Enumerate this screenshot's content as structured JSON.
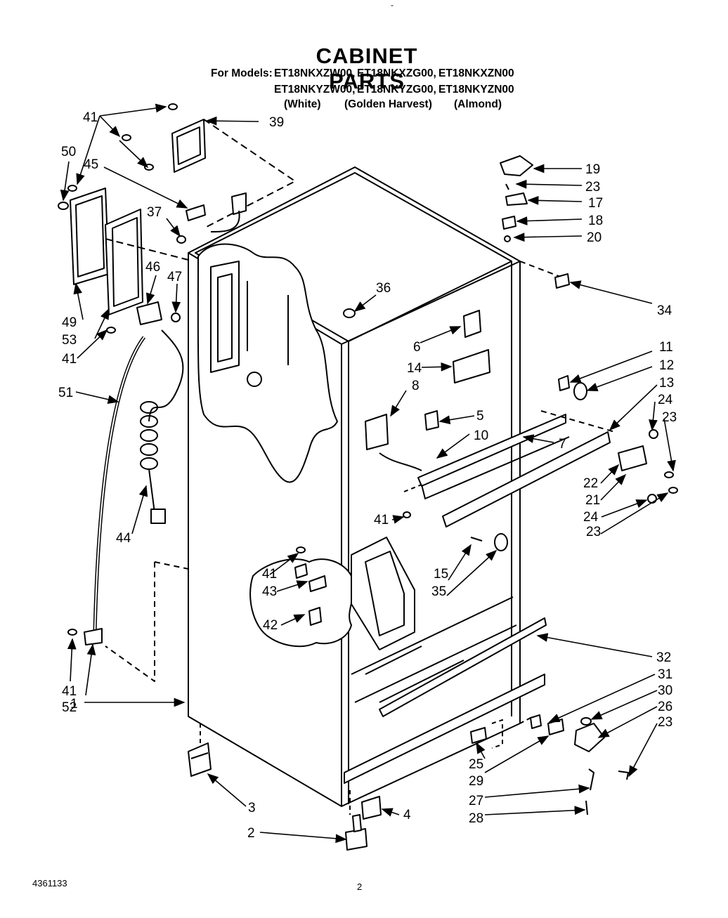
{
  "header": {
    "title": "CABINET PARTS",
    "models_prefix": "For Models:",
    "model_row1": [
      "ET18NKXZW00,",
      "ET18NKXZG00,",
      "ET18NKXZN00"
    ],
    "model_row2": [
      "ET18NKYZW00,",
      "ET18NKYZG00,",
      "ET18NKYZN00"
    ],
    "variants": [
      "(White)",
      "(Golden Harvest)",
      "(Almond)"
    ],
    "corner_mark": "-"
  },
  "footer": {
    "doc_number": "4361133",
    "page_number": "2"
  },
  "callouts": [
    {
      "id": "41a",
      "label": "41"
    },
    {
      "id": "39",
      "label": "39"
    },
    {
      "id": "50",
      "label": "50"
    },
    {
      "id": "45",
      "label": "45"
    },
    {
      "id": "37",
      "label": "37"
    },
    {
      "id": "46",
      "label": "46"
    },
    {
      "id": "47",
      "label": "47"
    },
    {
      "id": "49",
      "label": "49"
    },
    {
      "id": "53",
      "label": "53"
    },
    {
      "id": "41b",
      "label": "41"
    },
    {
      "id": "51",
      "label": "51"
    },
    {
      "id": "44",
      "label": "44"
    },
    {
      "id": "41c",
      "label": "41"
    },
    {
      "id": "52",
      "label": "52"
    },
    {
      "id": "1",
      "label": "1"
    },
    {
      "id": "3",
      "label": "3"
    },
    {
      "id": "2",
      "label": "2"
    },
    {
      "id": "4",
      "label": "4"
    },
    {
      "id": "19",
      "label": "19"
    },
    {
      "id": "23a",
      "label": "23"
    },
    {
      "id": "17",
      "label": "17"
    },
    {
      "id": "18",
      "label": "18"
    },
    {
      "id": "20",
      "label": "20"
    },
    {
      "id": "34",
      "label": "34"
    },
    {
      "id": "36",
      "label": "36"
    },
    {
      "id": "6",
      "label": "6"
    },
    {
      "id": "14",
      "label": "14"
    },
    {
      "id": "8",
      "label": "8"
    },
    {
      "id": "5",
      "label": "5"
    },
    {
      "id": "10",
      "label": "10"
    },
    {
      "id": "7",
      "label": "7"
    },
    {
      "id": "11",
      "label": "11"
    },
    {
      "id": "12",
      "label": "12"
    },
    {
      "id": "13",
      "label": "13"
    },
    {
      "id": "24a",
      "label": "24"
    },
    {
      "id": "23b",
      "label": "23"
    },
    {
      "id": "22",
      "label": "22"
    },
    {
      "id": "21",
      "label": "21"
    },
    {
      "id": "24b",
      "label": "24"
    },
    {
      "id": "23c",
      "label": "23"
    },
    {
      "id": "41d",
      "label": "41"
    },
    {
      "id": "15",
      "label": "15"
    },
    {
      "id": "35",
      "label": "35"
    },
    {
      "id": "41e",
      "label": "41"
    },
    {
      "id": "43",
      "label": "43"
    },
    {
      "id": "42",
      "label": "42"
    },
    {
      "id": "32",
      "label": "32"
    },
    {
      "id": "31",
      "label": "31"
    },
    {
      "id": "30",
      "label": "30"
    },
    {
      "id": "26",
      "label": "26"
    },
    {
      "id": "23d",
      "label": "23"
    },
    {
      "id": "25",
      "label": "25"
    },
    {
      "id": "29",
      "label": "29"
    },
    {
      "id": "27",
      "label": "27"
    },
    {
      "id": "28",
      "label": "28"
    }
  ]
}
